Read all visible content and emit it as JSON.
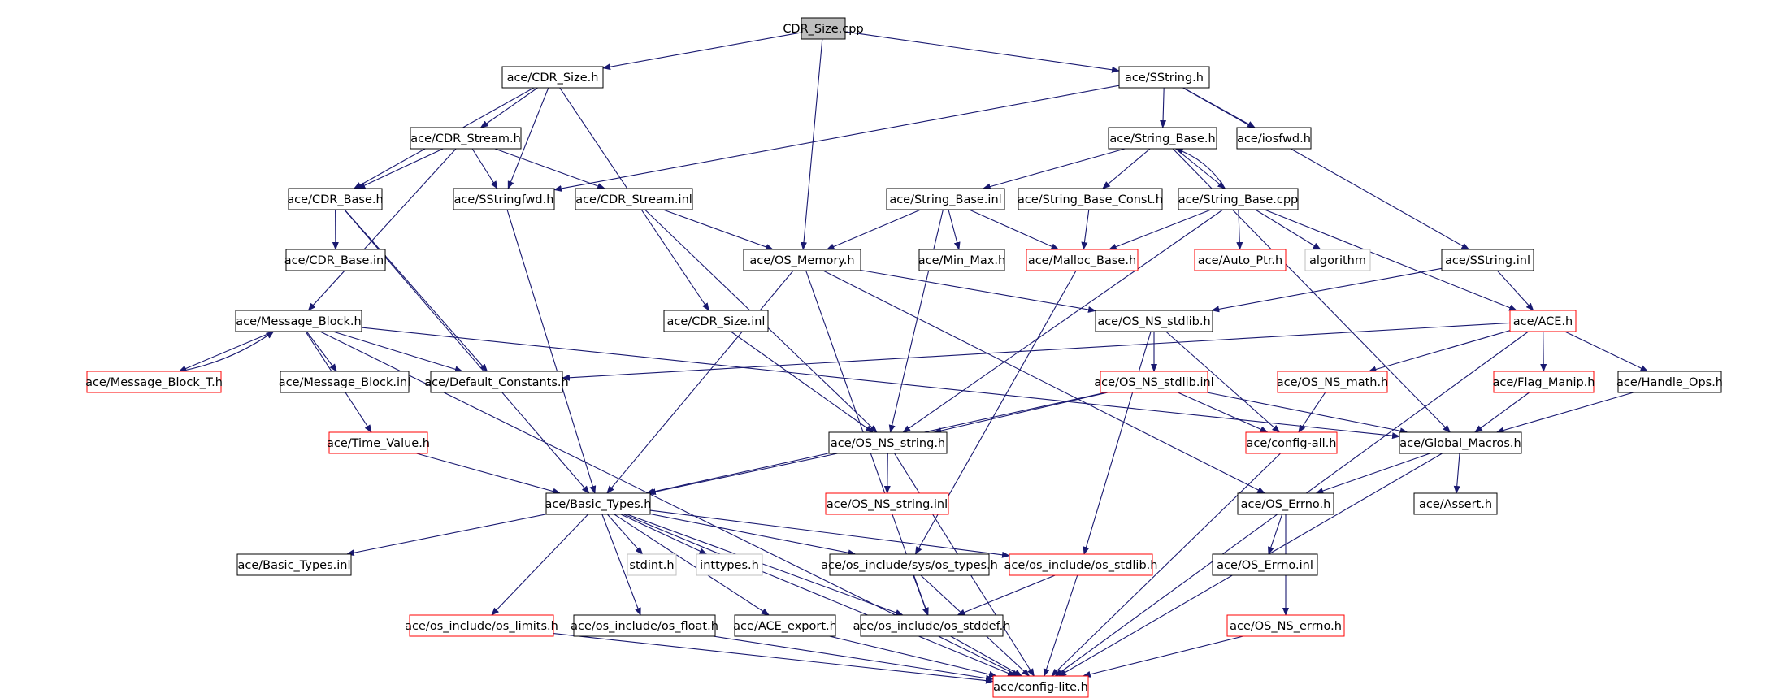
{
  "colors": {
    "edge": "#191970",
    "root_fill": "#bfbfbf",
    "node_border": "#000000",
    "missing_border": "#ff0000",
    "external_border": "#bfbfbf",
    "text": "#000000"
  },
  "nodes": [
    {
      "id": "cdr_size_cpp",
      "label": "CDR_Size.cpp",
      "kind": "root"
    },
    {
      "id": "cdr_size_h",
      "label": "ace/CDR_Size.h",
      "kind": "normal"
    },
    {
      "id": "sstring_h",
      "label": "ace/SString.h",
      "kind": "normal"
    },
    {
      "id": "cdr_stream_h",
      "label": "ace/CDR_Stream.h",
      "kind": "normal"
    },
    {
      "id": "string_base_h",
      "label": "ace/String_Base.h",
      "kind": "normal"
    },
    {
      "id": "iosfwd_h",
      "label": "ace/iosfwd.h",
      "kind": "normal"
    },
    {
      "id": "cdr_base_h",
      "label": "ace/CDR_Base.h",
      "kind": "normal"
    },
    {
      "id": "sstringfwd_h",
      "label": "ace/SStringfwd.h",
      "kind": "normal"
    },
    {
      "id": "cdr_stream_inl",
      "label": "ace/CDR_Stream.inl",
      "kind": "normal"
    },
    {
      "id": "string_base_inl",
      "label": "ace/String_Base.inl",
      "kind": "normal"
    },
    {
      "id": "string_base_const_h",
      "label": "ace/String_Base_Const.h",
      "kind": "normal"
    },
    {
      "id": "string_base_cpp",
      "label": "ace/String_Base.cpp",
      "kind": "normal"
    },
    {
      "id": "cdr_base_inl",
      "label": "ace/CDR_Base.inl",
      "kind": "normal"
    },
    {
      "id": "os_memory_h",
      "label": "ace/OS_Memory.h",
      "kind": "normal"
    },
    {
      "id": "min_max_h",
      "label": "ace/Min_Max.h",
      "kind": "normal"
    },
    {
      "id": "malloc_base_h",
      "label": "ace/Malloc_Base.h",
      "kind": "missing"
    },
    {
      "id": "auto_ptr_h",
      "label": "ace/Auto_Ptr.h",
      "kind": "missing"
    },
    {
      "id": "algorithm",
      "label": "algorithm",
      "kind": "external"
    },
    {
      "id": "sstring_inl",
      "label": "ace/SString.inl",
      "kind": "normal"
    },
    {
      "id": "message_block_h",
      "label": "ace/Message_Block.h",
      "kind": "normal"
    },
    {
      "id": "cdr_size_inl",
      "label": "ace/CDR_Size.inl",
      "kind": "normal"
    },
    {
      "id": "os_ns_stdlib_h",
      "label": "ace/OS_NS_stdlib.h",
      "kind": "normal"
    },
    {
      "id": "ace_h",
      "label": "ace/ACE.h",
      "kind": "missing"
    },
    {
      "id": "message_block_t_h",
      "label": "ace/Message_Block_T.h",
      "kind": "missing"
    },
    {
      "id": "message_block_inl",
      "label": "ace/Message_Block.inl",
      "kind": "normal"
    },
    {
      "id": "default_constants_h",
      "label": "ace/Default_Constants.h",
      "kind": "normal"
    },
    {
      "id": "os_ns_stdlib_inl",
      "label": "ace/OS_NS_stdlib.inl",
      "kind": "missing"
    },
    {
      "id": "os_ns_math_h",
      "label": "ace/OS_NS_math.h",
      "kind": "missing"
    },
    {
      "id": "flag_manip_h",
      "label": "ace/Flag_Manip.h",
      "kind": "missing"
    },
    {
      "id": "handle_ops_h",
      "label": "ace/Handle_Ops.h",
      "kind": "normal"
    },
    {
      "id": "time_value_h",
      "label": "ace/Time_Value.h",
      "kind": "missing"
    },
    {
      "id": "os_ns_string_h",
      "label": "ace/OS_NS_string.h",
      "kind": "normal"
    },
    {
      "id": "config_all_h",
      "label": "ace/config-all.h",
      "kind": "missing"
    },
    {
      "id": "global_macros_h",
      "label": "ace/Global_Macros.h",
      "kind": "normal"
    },
    {
      "id": "basic_types_h",
      "label": "ace/Basic_Types.h",
      "kind": "normal"
    },
    {
      "id": "os_ns_string_inl",
      "label": "ace/OS_NS_string.inl",
      "kind": "missing"
    },
    {
      "id": "os_errno_h",
      "label": "ace/OS_Errno.h",
      "kind": "normal"
    },
    {
      "id": "assert_h",
      "label": "ace/Assert.h",
      "kind": "normal"
    },
    {
      "id": "basic_types_inl",
      "label": "ace/Basic_Types.inl",
      "kind": "normal"
    },
    {
      "id": "stdint_h",
      "label": "stdint.h",
      "kind": "external"
    },
    {
      "id": "inttypes_h",
      "label": "inttypes.h",
      "kind": "external"
    },
    {
      "id": "os_types_h",
      "label": "ace/os_include/sys/os_types.h",
      "kind": "normal"
    },
    {
      "id": "os_stdlib_h",
      "label": "ace/os_include/os_stdlib.h",
      "kind": "missing"
    },
    {
      "id": "os_errno_inl",
      "label": "ace/OS_Errno.inl",
      "kind": "normal"
    },
    {
      "id": "os_limits_h",
      "label": "ace/os_include/os_limits.h",
      "kind": "missing"
    },
    {
      "id": "os_float_h",
      "label": "ace/os_include/os_float.h",
      "kind": "normal"
    },
    {
      "id": "ace_export_h",
      "label": "ace/ACE_export.h",
      "kind": "normal"
    },
    {
      "id": "os_stddef_h",
      "label": "ace/os_include/os_stddef.h",
      "kind": "normal"
    },
    {
      "id": "os_ns_errno_h",
      "label": "ace/OS_NS_errno.h",
      "kind": "missing"
    },
    {
      "id": "config_lite_h",
      "label": "ace/config-lite.h",
      "kind": "missing"
    }
  ],
  "edges": [
    [
      "cdr_size_cpp",
      "cdr_size_h"
    ],
    [
      "cdr_size_cpp",
      "sstring_h"
    ],
    [
      "cdr_size_cpp",
      "os_memory_h"
    ],
    [
      "cdr_size_h",
      "cdr_stream_h"
    ],
    [
      "cdr_size_h",
      "cdr_base_h"
    ],
    [
      "cdr_size_h",
      "sstringfwd_h"
    ],
    [
      "cdr_size_h",
      "cdr_size_inl"
    ],
    [
      "sstring_h",
      "string_base_h"
    ],
    [
      "sstring_h",
      "iosfwd_h"
    ],
    [
      "sstring_h",
      "sstringfwd_h"
    ],
    [
      "sstring_h",
      "sstring_inl"
    ],
    [
      "cdr_stream_h",
      "cdr_base_h"
    ],
    [
      "cdr_stream_h",
      "sstringfwd_h"
    ],
    [
      "cdr_stream_h",
      "cdr_stream_inl"
    ],
    [
      "cdr_stream_h",
      "message_block_h"
    ],
    [
      "string_base_h",
      "string_base_inl"
    ],
    [
      "string_base_h",
      "string_base_const_h"
    ],
    [
      "string_base_h",
      "string_base_cpp"
    ],
    [
      "string_base_h",
      "global_macros_h"
    ],
    [
      "string_base_cpp",
      "string_base_h"
    ],
    [
      "string_base_cpp",
      "malloc_base_h"
    ],
    [
      "string_base_cpp",
      "auto_ptr_h"
    ],
    [
      "string_base_cpp",
      "algorithm"
    ],
    [
      "string_base_cpp",
      "os_ns_string_h"
    ],
    [
      "string_base_cpp",
      "ace_h"
    ],
    [
      "cdr_base_h",
      "cdr_base_inl"
    ],
    [
      "cdr_base_h",
      "default_constants_h"
    ],
    [
      "cdr_base_h",
      "basic_types_h"
    ],
    [
      "sstringfwd_h",
      "basic_types_h"
    ],
    [
      "cdr_stream_inl",
      "os_memory_h"
    ],
    [
      "cdr_stream_inl",
      "os_ns_string_h"
    ],
    [
      "string_base_inl",
      "os_memory_h"
    ],
    [
      "string_base_inl",
      "min_max_h"
    ],
    [
      "string_base_inl",
      "malloc_base_h"
    ],
    [
      "string_base_inl",
      "os_ns_string_h"
    ],
    [
      "string_base_const_h",
      "malloc_base_h"
    ],
    [
      "os_memory_h",
      "os_ns_stdlib_h"
    ],
    [
      "os_memory_h",
      "os_errno_h"
    ],
    [
      "os_memory_h",
      "basic_types_h"
    ],
    [
      "os_memory_h",
      "os_stddef_h"
    ],
    [
      "malloc_base_h",
      "os_types_h"
    ],
    [
      "sstring_inl",
      "os_ns_stdlib_h"
    ],
    [
      "sstring_inl",
      "ace_h"
    ],
    [
      "message_block_h",
      "message_block_t_h"
    ],
    [
      "message_block_h",
      "message_block_inl"
    ],
    [
      "message_block_h",
      "default_constants_h"
    ],
    [
      "message_block_h",
      "time_value_h"
    ],
    [
      "message_block_h",
      "global_macros_h"
    ],
    [
      "message_block_h",
      "config_lite_h"
    ],
    [
      "message_block_t_h",
      "message_block_h"
    ],
    [
      "cdr_size_inl",
      "os_ns_string_h"
    ],
    [
      "os_ns_stdlib_h",
      "os_ns_stdlib_inl"
    ],
    [
      "os_ns_stdlib_h",
      "config_all_h"
    ],
    [
      "os_ns_stdlib_h",
      "os_stdlib_h"
    ],
    [
      "os_ns_stdlib_inl",
      "os_ns_string_h"
    ],
    [
      "os_ns_stdlib_inl",
      "config_all_h"
    ],
    [
      "os_ns_stdlib_inl",
      "global_macros_h"
    ],
    [
      "os_ns_stdlib_inl",
      "basic_types_h"
    ],
    [
      "ace_h",
      "os_ns_math_h"
    ],
    [
      "ace_h",
      "flag_manip_h"
    ],
    [
      "ace_h",
      "handle_ops_h"
    ],
    [
      "ace_h",
      "default_constants_h"
    ],
    [
      "ace_h",
      "config_lite_h"
    ],
    [
      "os_ns_math_h",
      "config_all_h"
    ],
    [
      "flag_manip_h",
      "global_macros_h"
    ],
    [
      "handle_ops_h",
      "global_macros_h"
    ],
    [
      "time_value_h",
      "basic_types_h"
    ],
    [
      "os_ns_string_h",
      "basic_types_h"
    ],
    [
      "os_ns_string_h",
      "os_ns_string_inl"
    ],
    [
      "os_ns_string_h",
      "config_lite_h"
    ],
    [
      "config_all_h",
      "config_lite_h"
    ],
    [
      "global_macros_h",
      "os_errno_h"
    ],
    [
      "global_macros_h",
      "assert_h"
    ],
    [
      "global_macros_h",
      "config_lite_h"
    ],
    [
      "basic_types_h",
      "basic_types_inl"
    ],
    [
      "basic_types_h",
      "stdint_h"
    ],
    [
      "basic_types_h",
      "inttypes_h"
    ],
    [
      "basic_types_h",
      "os_types_h"
    ],
    [
      "basic_types_h",
      "os_stdlib_h"
    ],
    [
      "basic_types_h",
      "os_limits_h"
    ],
    [
      "basic_types_h",
      "os_float_h"
    ],
    [
      "basic_types_h",
      "ace_export_h"
    ],
    [
      "basic_types_h",
      "os_stddef_h"
    ],
    [
      "basic_types_h",
      "config_lite_h"
    ],
    [
      "os_errno_h",
      "os_errno_inl"
    ],
    [
      "os_errno_h",
      "os_ns_errno_h"
    ],
    [
      "os_types_h",
      "os_stddef_h"
    ],
    [
      "os_types_h",
      "config_lite_h"
    ],
    [
      "os_stdlib_h",
      "os_stddef_h"
    ],
    [
      "os_stdlib_h",
      "config_lite_h"
    ],
    [
      "os_limits_h",
      "config_lite_h"
    ],
    [
      "os_float_h",
      "config_lite_h"
    ],
    [
      "ace_export_h",
      "config_lite_h"
    ],
    [
      "os_stddef_h",
      "config_lite_h"
    ],
    [
      "os_ns_errno_h",
      "config_lite_h"
    ]
  ]
}
